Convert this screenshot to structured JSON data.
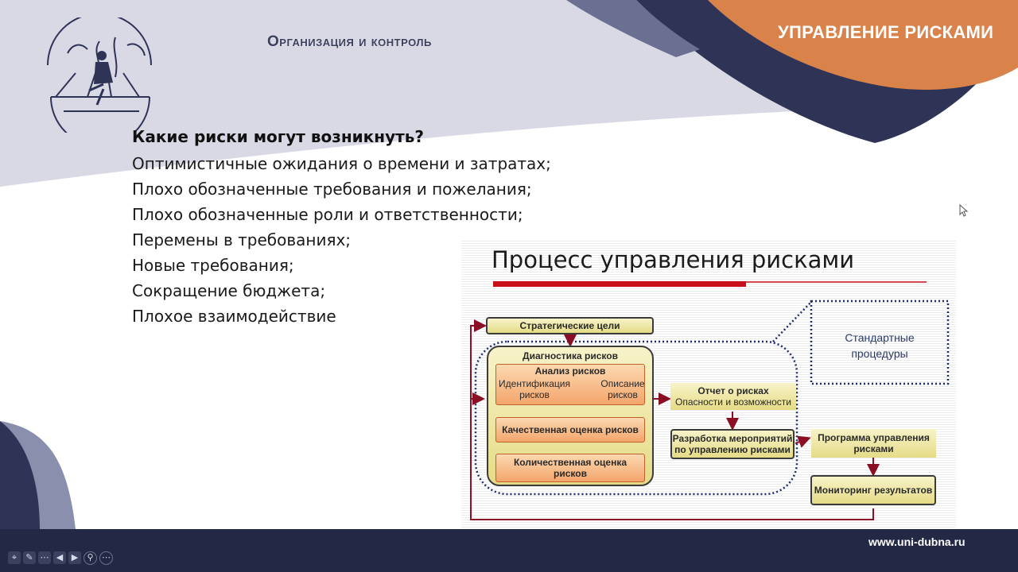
{
  "slide": {
    "section_title": "Организация и контроль",
    "corner_title": "УПРАВЛЕНИЕ РИСКАМИ",
    "question": "Какие риски могут возникнуть?",
    "risks": [
      "Оптимистичные ожидания о времени и затратах;",
      "Плохо обозначенные требования и пожелания;",
      "Плохо обозначенные роли и ответственности;",
      "Перемены в требованиях;",
      "Новые требования;",
      "Сокращение бюджета;",
      "Плохое взаимодействие"
    ],
    "footer_url": "www.uni-dubna.ru"
  },
  "diagram": {
    "title": "Процесс управления рисками",
    "strategic_goals": "Стратегические цели",
    "diagnostics": "Диагностика рисков",
    "analysis": "Анализ рисков",
    "identification": "Идентификация рисков",
    "description": "Описание рисков",
    "qualitative": "Качественная оценка рисков",
    "quantitative": "Количественная оценка рисков",
    "report_title": "Отчет о рисках",
    "report_sub": "Опасности и возможности",
    "measures": "Разработка мероприятий по управлению рисками",
    "program": "Программа управления рисками",
    "monitoring": "Мониторинг результатов",
    "standard": "Стандартные процедуры"
  },
  "colors": {
    "navy": "#2f3457",
    "lavender": "#d9d9e6",
    "orange": "#d9824a",
    "accent_red": "#c8101a",
    "arrow": "#8b0f24"
  }
}
